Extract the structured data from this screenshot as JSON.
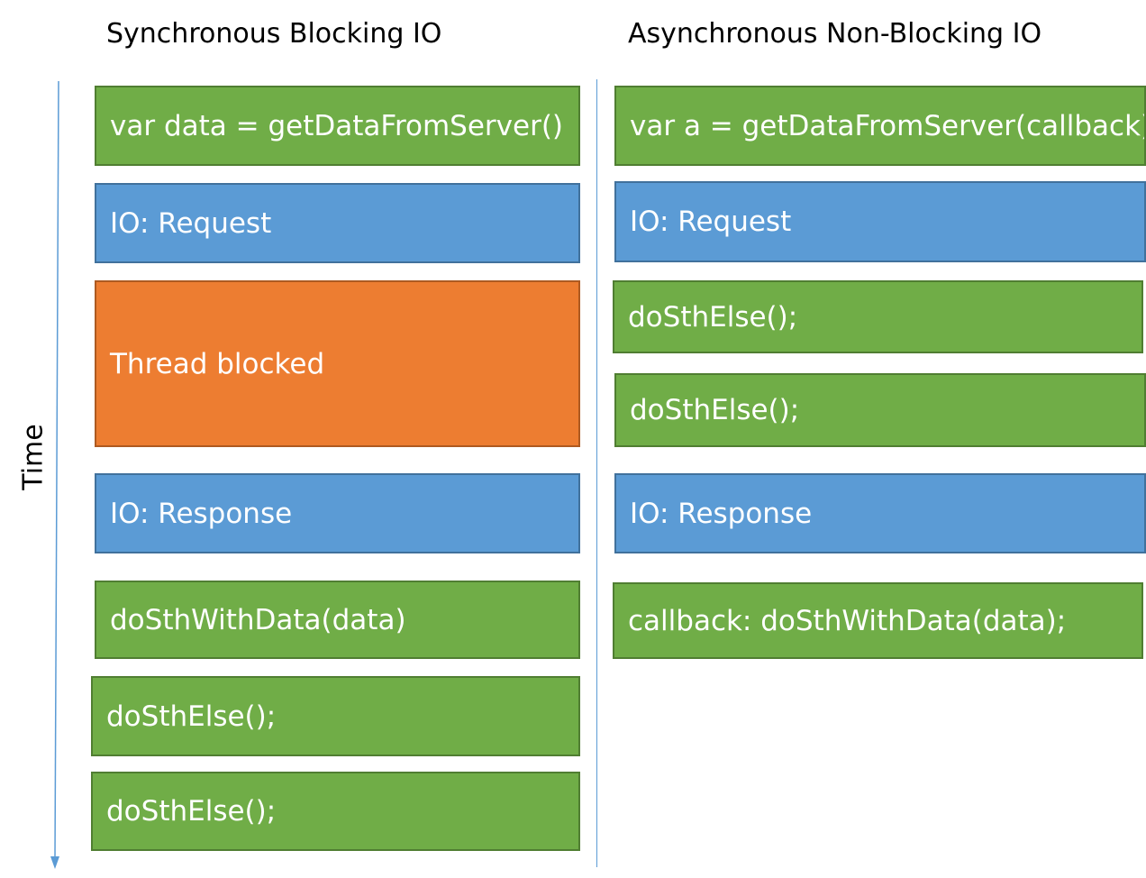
{
  "columns": {
    "left": {
      "title": "Synchronous Blocking IO",
      "steps": [
        {
          "label": "var data  = getDataFromServer()",
          "kind": "code",
          "color": "#70ad47"
        },
        {
          "label": "IO: Request",
          "kind": "io",
          "color": "#5b9bd5"
        },
        {
          "label": "Thread blocked",
          "kind": "blocked",
          "color": "#ed7d31"
        },
        {
          "label": "IO: Response",
          "kind": "io",
          "color": "#5b9bd5"
        },
        {
          "label": "doSthWithData(data)",
          "kind": "code",
          "color": "#70ad47"
        },
        {
          "label": "doSthElse();",
          "kind": "code",
          "color": "#70ad47"
        },
        {
          "label": "doSthElse();",
          "kind": "code",
          "color": "#70ad47"
        }
      ]
    },
    "right": {
      "title": "Asynchronous Non-Blocking IO",
      "steps": [
        {
          "label": "var a = getDataFromServer(callback)",
          "kind": "code",
          "color": "#70ad47"
        },
        {
          "label": "IO: Request",
          "kind": "io",
          "color": "#5b9bd5"
        },
        {
          "label": "doSthElse();",
          "kind": "code",
          "color": "#70ad47"
        },
        {
          "label": "doSthElse();",
          "kind": "code",
          "color": "#70ad47"
        },
        {
          "label": "IO: Response",
          "kind": "io",
          "color": "#5b9bd5"
        },
        {
          "label": "callback: doSthWithData(data);",
          "kind": "code",
          "color": "#70ad47"
        }
      ]
    }
  },
  "axis": {
    "label": "Time",
    "color": "#5b9bd5"
  }
}
